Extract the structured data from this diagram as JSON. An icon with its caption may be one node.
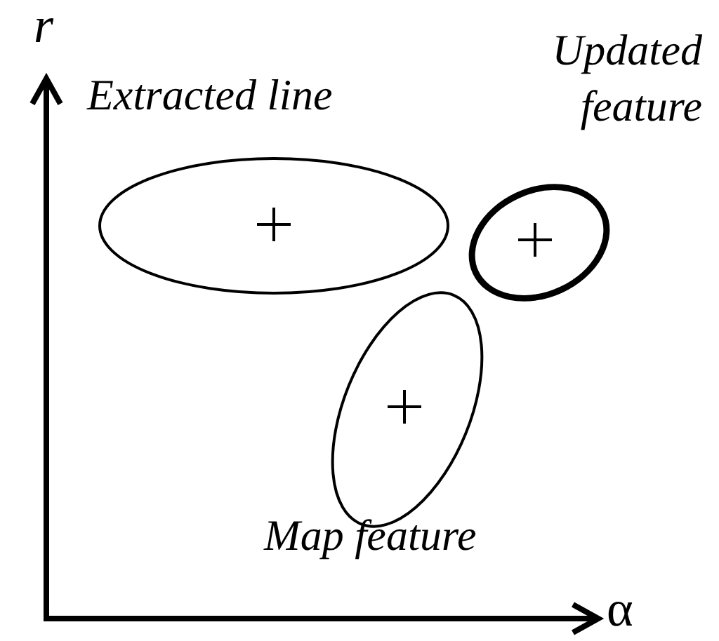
{
  "diagram": {
    "nodes": [
      {
        "text": [
          "Extracted line"
        ]
      },
      {
        "text": [
          "Updated feature"
        ]
      },
      {
        "text": [
          "Map feature"
        ]
      }
    ],
    "labels": [
      "r",
      "α"
    ]
  }
}
